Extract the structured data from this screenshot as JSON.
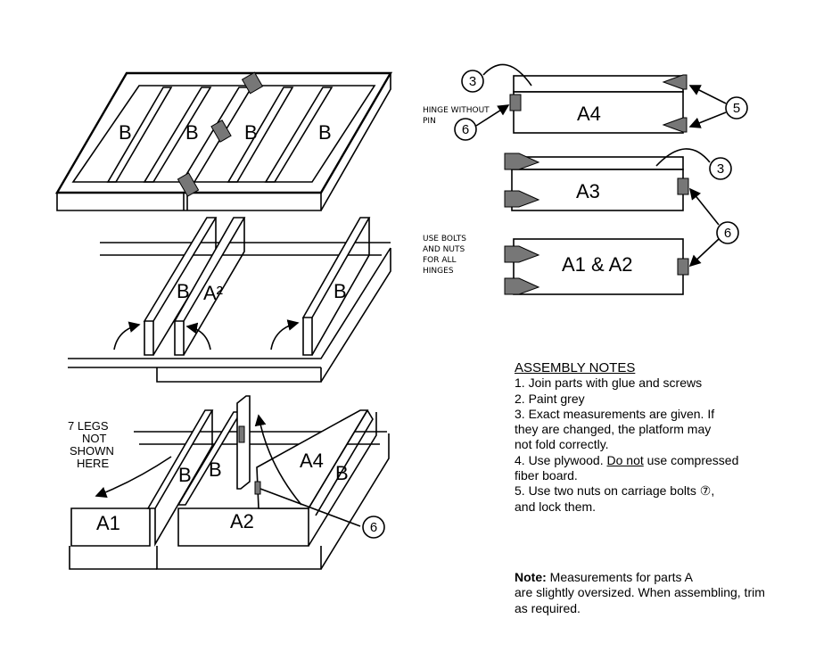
{
  "panel_top": {
    "labels": [
      "B",
      "B",
      "B",
      "B"
    ]
  },
  "panel_mid": {
    "labels": [
      "B",
      "A²",
      "B"
    ]
  },
  "panel_bottom": {
    "labels": [
      "B",
      "B",
      "A4",
      "B",
      "A1",
      "A2"
    ],
    "legs_note": [
      "7 LEGS",
      "NOT",
      "SHOWN",
      "HERE"
    ],
    "callout": "6"
  },
  "parts": {
    "a4": "A4",
    "a3": "A3",
    "a1a2": "A1 & A2",
    "hinge_note": [
      "HINGE WITHOUT",
      "PIN"
    ],
    "bolts_note": [
      "USE BOLTS",
      "AND NUTS",
      "FOR ALL",
      "HINGES"
    ],
    "callouts": [
      "3",
      "6",
      "5",
      "3",
      "6"
    ]
  },
  "assembly_notes": {
    "heading": "ASSEMBLY NOTES",
    "n1": "1.  Join parts with glue and screws",
    "n2": "2.  Paint grey",
    "n3a": "3.  Exact measurements are given. If",
    "n3b": "they are changed, the platform may",
    "n3c": "not fold correctly.",
    "n4a": "4.  Use plywood. ",
    "n4u": "Do not",
    "n4b": " use compressed",
    "n4c": "fiber board.",
    "n5a": "5.  Use two nuts on carriage bolts ⑦,",
    "n5b": "and lock them."
  },
  "note": {
    "label": "Note:",
    "text1": " Measurements for parts A",
    "text2": "are slightly oversized. When assembling, trim",
    "text3": "as required."
  }
}
